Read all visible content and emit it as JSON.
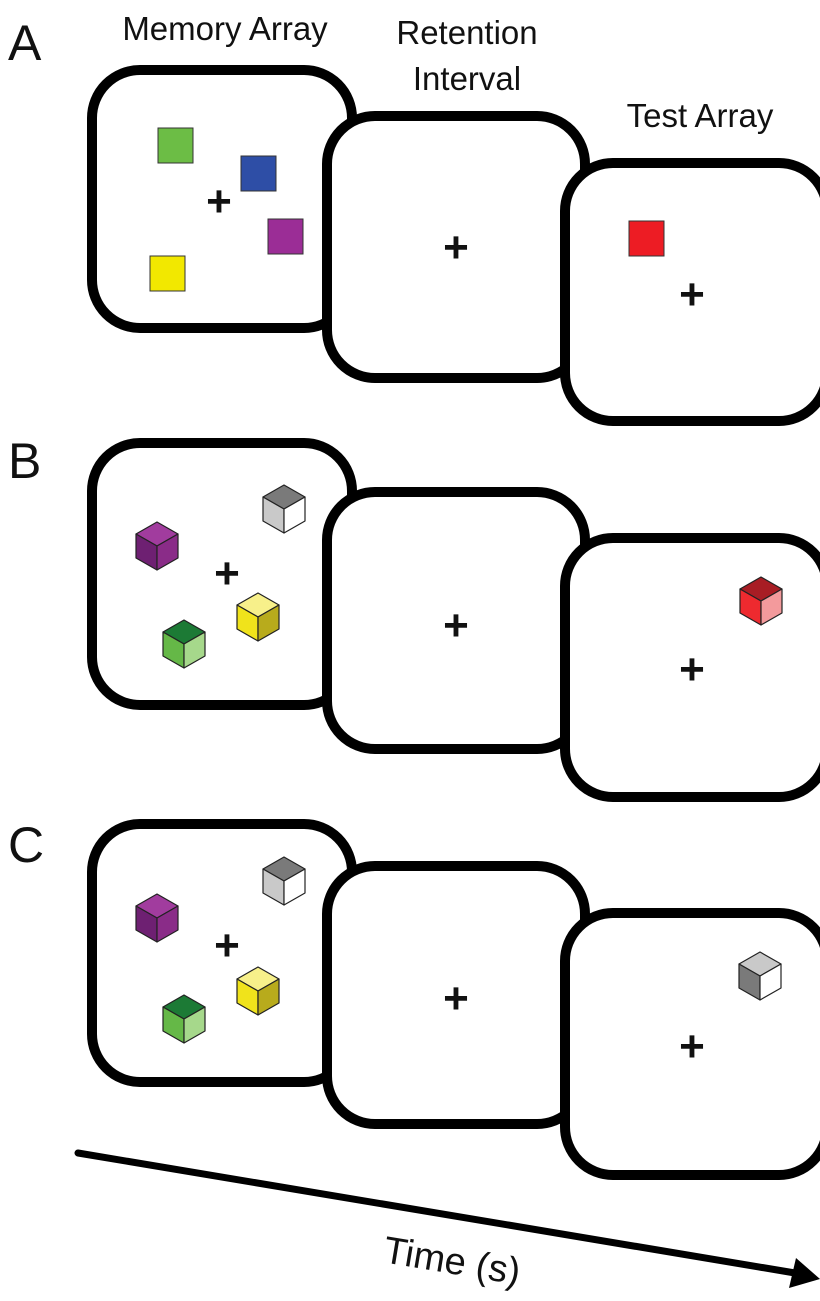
{
  "headers": {
    "memory_array": "Memory Array",
    "retention_line1": "Retention",
    "retention_line2": "Interval",
    "test_array": "Test Array"
  },
  "time_axis": {
    "label": "Time (s)"
  },
  "fixation_symbol": "+",
  "panels": [
    {
      "letter": "A",
      "stimulus_shape": "square",
      "memory_items": [
        {
          "color": "green",
          "top": "#6cbd45"
        },
        {
          "color": "blue",
          "top": "#2e4ea6"
        },
        {
          "color": "purple",
          "top": "#9b2d96"
        },
        {
          "color": "yellow",
          "top": "#f2e800"
        }
      ],
      "test_item": {
        "color": "red",
        "top": "#ed1c24"
      }
    },
    {
      "letter": "B",
      "stimulus_shape": "cube",
      "memory_items": [
        {
          "color": "purple",
          "top": "#a13c9e",
          "left": "#6e2072",
          "right": "#8a2c88"
        },
        {
          "color": "white",
          "top": "#7a7a7a",
          "left": "#c9c9c9",
          "right": "#ffffff"
        },
        {
          "color": "yellow",
          "top": "#f7f08a",
          "left": "#f0e31b",
          "right": "#b8ab1c"
        },
        {
          "color": "green",
          "top": "#1c7a35",
          "left": "#65b847",
          "right": "#a6d88b"
        }
      ],
      "test_item": {
        "color": "red",
        "top": "#a81d24",
        "left": "#ee2a2f",
        "right": "#f39a9c"
      }
    },
    {
      "letter": "C",
      "stimulus_shape": "cube",
      "memory_items": [
        {
          "color": "purple",
          "top": "#a13c9e",
          "left": "#6e2072",
          "right": "#8a2c88"
        },
        {
          "color": "white",
          "top": "#7a7a7a",
          "left": "#c9c9c9",
          "right": "#ffffff"
        },
        {
          "color": "yellow",
          "top": "#f7f08a",
          "left": "#f0e31b",
          "right": "#b8ab1c"
        },
        {
          "color": "green",
          "top": "#1c7a35",
          "left": "#65b847",
          "right": "#a6d88b"
        }
      ],
      "test_item": {
        "color": "white",
        "top": "#c9c9c9",
        "left": "#7a7a7a",
        "right": "#ffffff"
      }
    }
  ]
}
